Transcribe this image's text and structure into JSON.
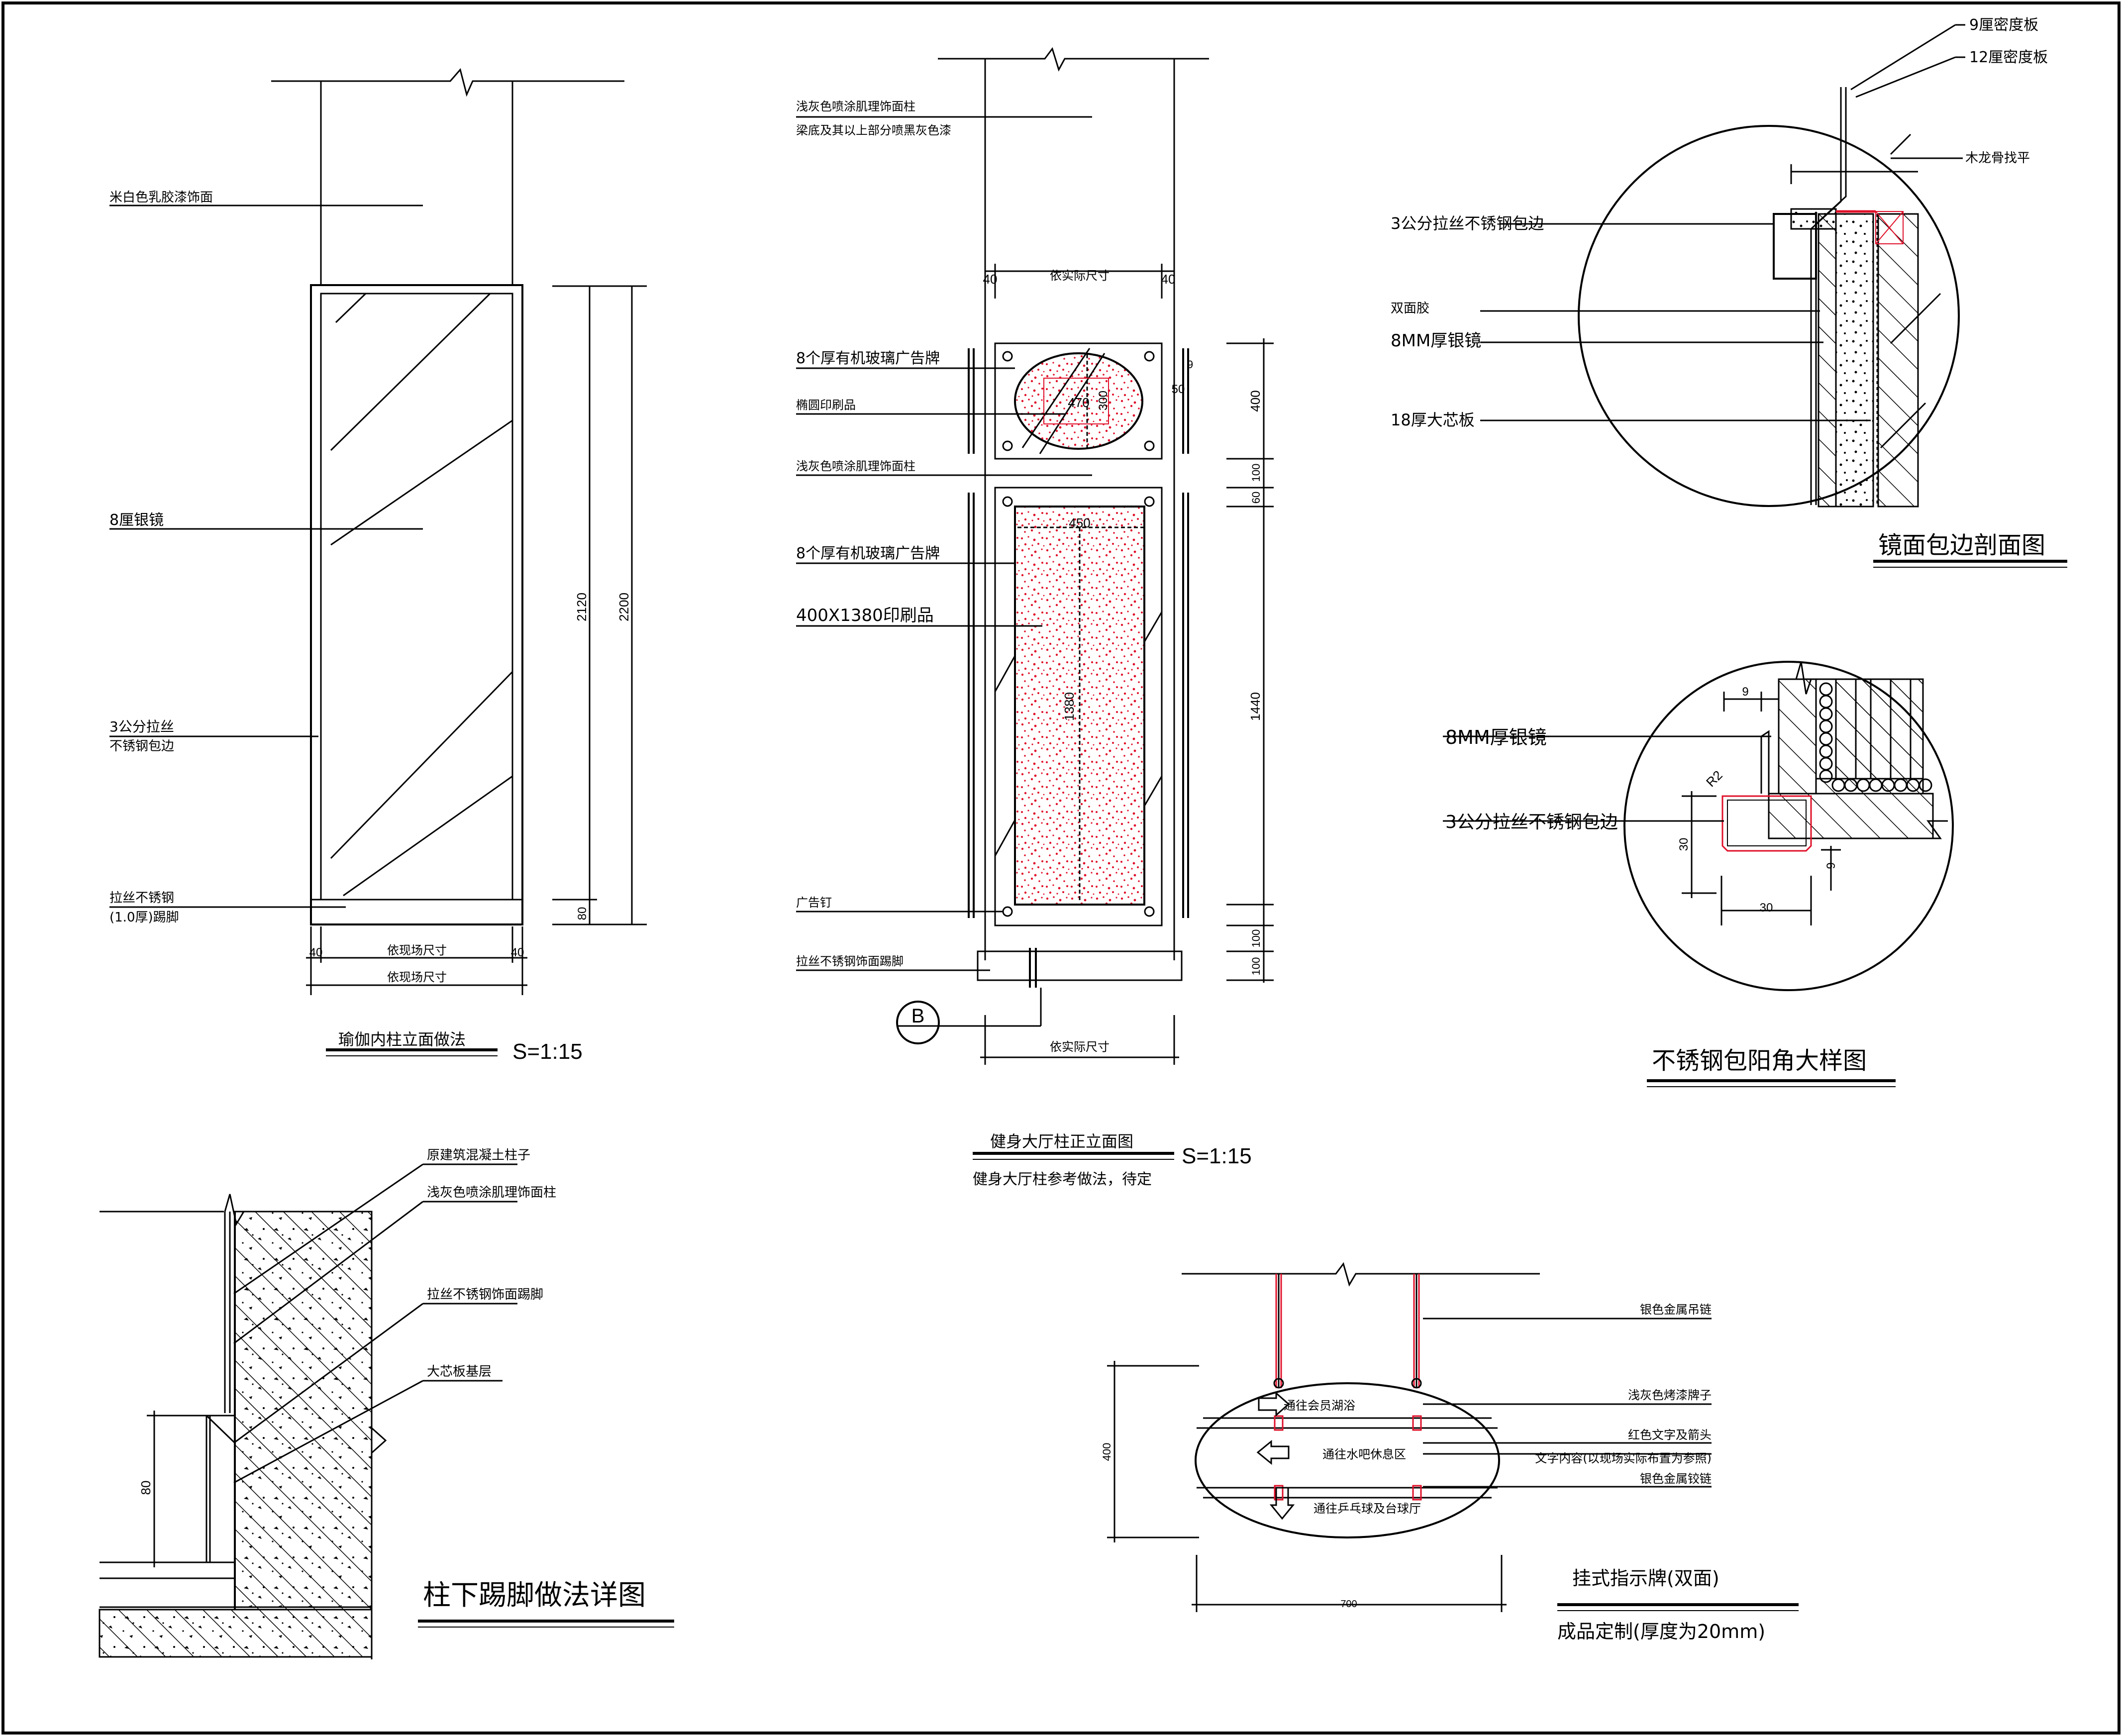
{
  "colors": {
    "line": "#000000",
    "accent": "#e0102a",
    "paper": "#ffffff"
  },
  "elev1": {
    "title": "瑜伽内柱立面做法",
    "scale": "S=1:15",
    "labels": [
      "米白色乳胶漆饰面",
      "8厘银镜",
      "3公分拉丝",
      "不锈钢包边",
      "拉丝不锈钢",
      "(1.0厚)踢脚"
    ],
    "dims": {
      "w1": "依现场尺寸",
      "w2": "依现场尺寸",
      "e1": "40",
      "e2": "40",
      "h1": "2120",
      "h2": "2200",
      "h3": "80"
    }
  },
  "elev2": {
    "title": "健身大厅柱正立面图",
    "scale": "S=1:15",
    "note": "健身大厅柱参考做法，待定",
    "labels": [
      "浅灰色喷涂肌理饰面柱",
      "梁底及其以上部分喷黑灰色漆",
      "8个厚有机玻璃广告牌",
      "椭圆印刷品",
      "浅灰色喷涂肌理饰面柱",
      "8个厚有机玻璃广告牌",
      "400X1380印刷品",
      "广告钉",
      "拉丝不锈钢饰面踢脚"
    ],
    "dims": {
      "top": "依实际尺寸",
      "bottom": "依实际尺寸",
      "e1": "40",
      "e2": "40",
      "d470": "470",
      "d300": "300",
      "d50": "50",
      "d9": "9",
      "d450": "450",
      "d1380": "1380",
      "v400": "400",
      "v100a": "100",
      "v60": "60",
      "v1440": "1440",
      "v100b": "100",
      "v100c": "100"
    },
    "section_mark": "B"
  },
  "detail1": {
    "title": "镜面包边剖面图",
    "labels": [
      "9厘密度板",
      "12厘密度板",
      "木龙骨找平",
      "3公分拉丝不锈钢包边",
      "双面胶",
      "8MM厚银镜",
      "18厚大芯板"
    ]
  },
  "detail2": {
    "title": "不锈钢包阳角大样图",
    "labels": [
      "8MM厚银镜",
      "3公分拉丝不锈钢包边"
    ],
    "dims": {
      "d9a": "9",
      "r2": "R2",
      "d30v": "30",
      "d9b": "9",
      "d30h": "30"
    }
  },
  "detail3": {
    "title": "柱下踢脚做法详图",
    "labels": [
      "原建筑混凝土柱子",
      "浅灰色喷涂肌理饰面柱",
      "拉丝不锈钢饰面踢脚",
      "大芯板基层"
    ],
    "dims": {
      "h80": "80"
    }
  },
  "sign": {
    "title": "挂式指示牌(双面)",
    "subtitle": "成品定制(厚度为20mm)",
    "rows": [
      "通往会员湖浴",
      "通往水吧休息区",
      "通往乒乓球及台球厅"
    ],
    "labels": [
      "银色金属吊链",
      "浅灰色烤漆牌子",
      "红色文字及箭头",
      "文字内容(以现场实际布置为参照)",
      "银色金属铰链"
    ],
    "dims": {
      "h400": "400",
      "w700": "700"
    }
  }
}
